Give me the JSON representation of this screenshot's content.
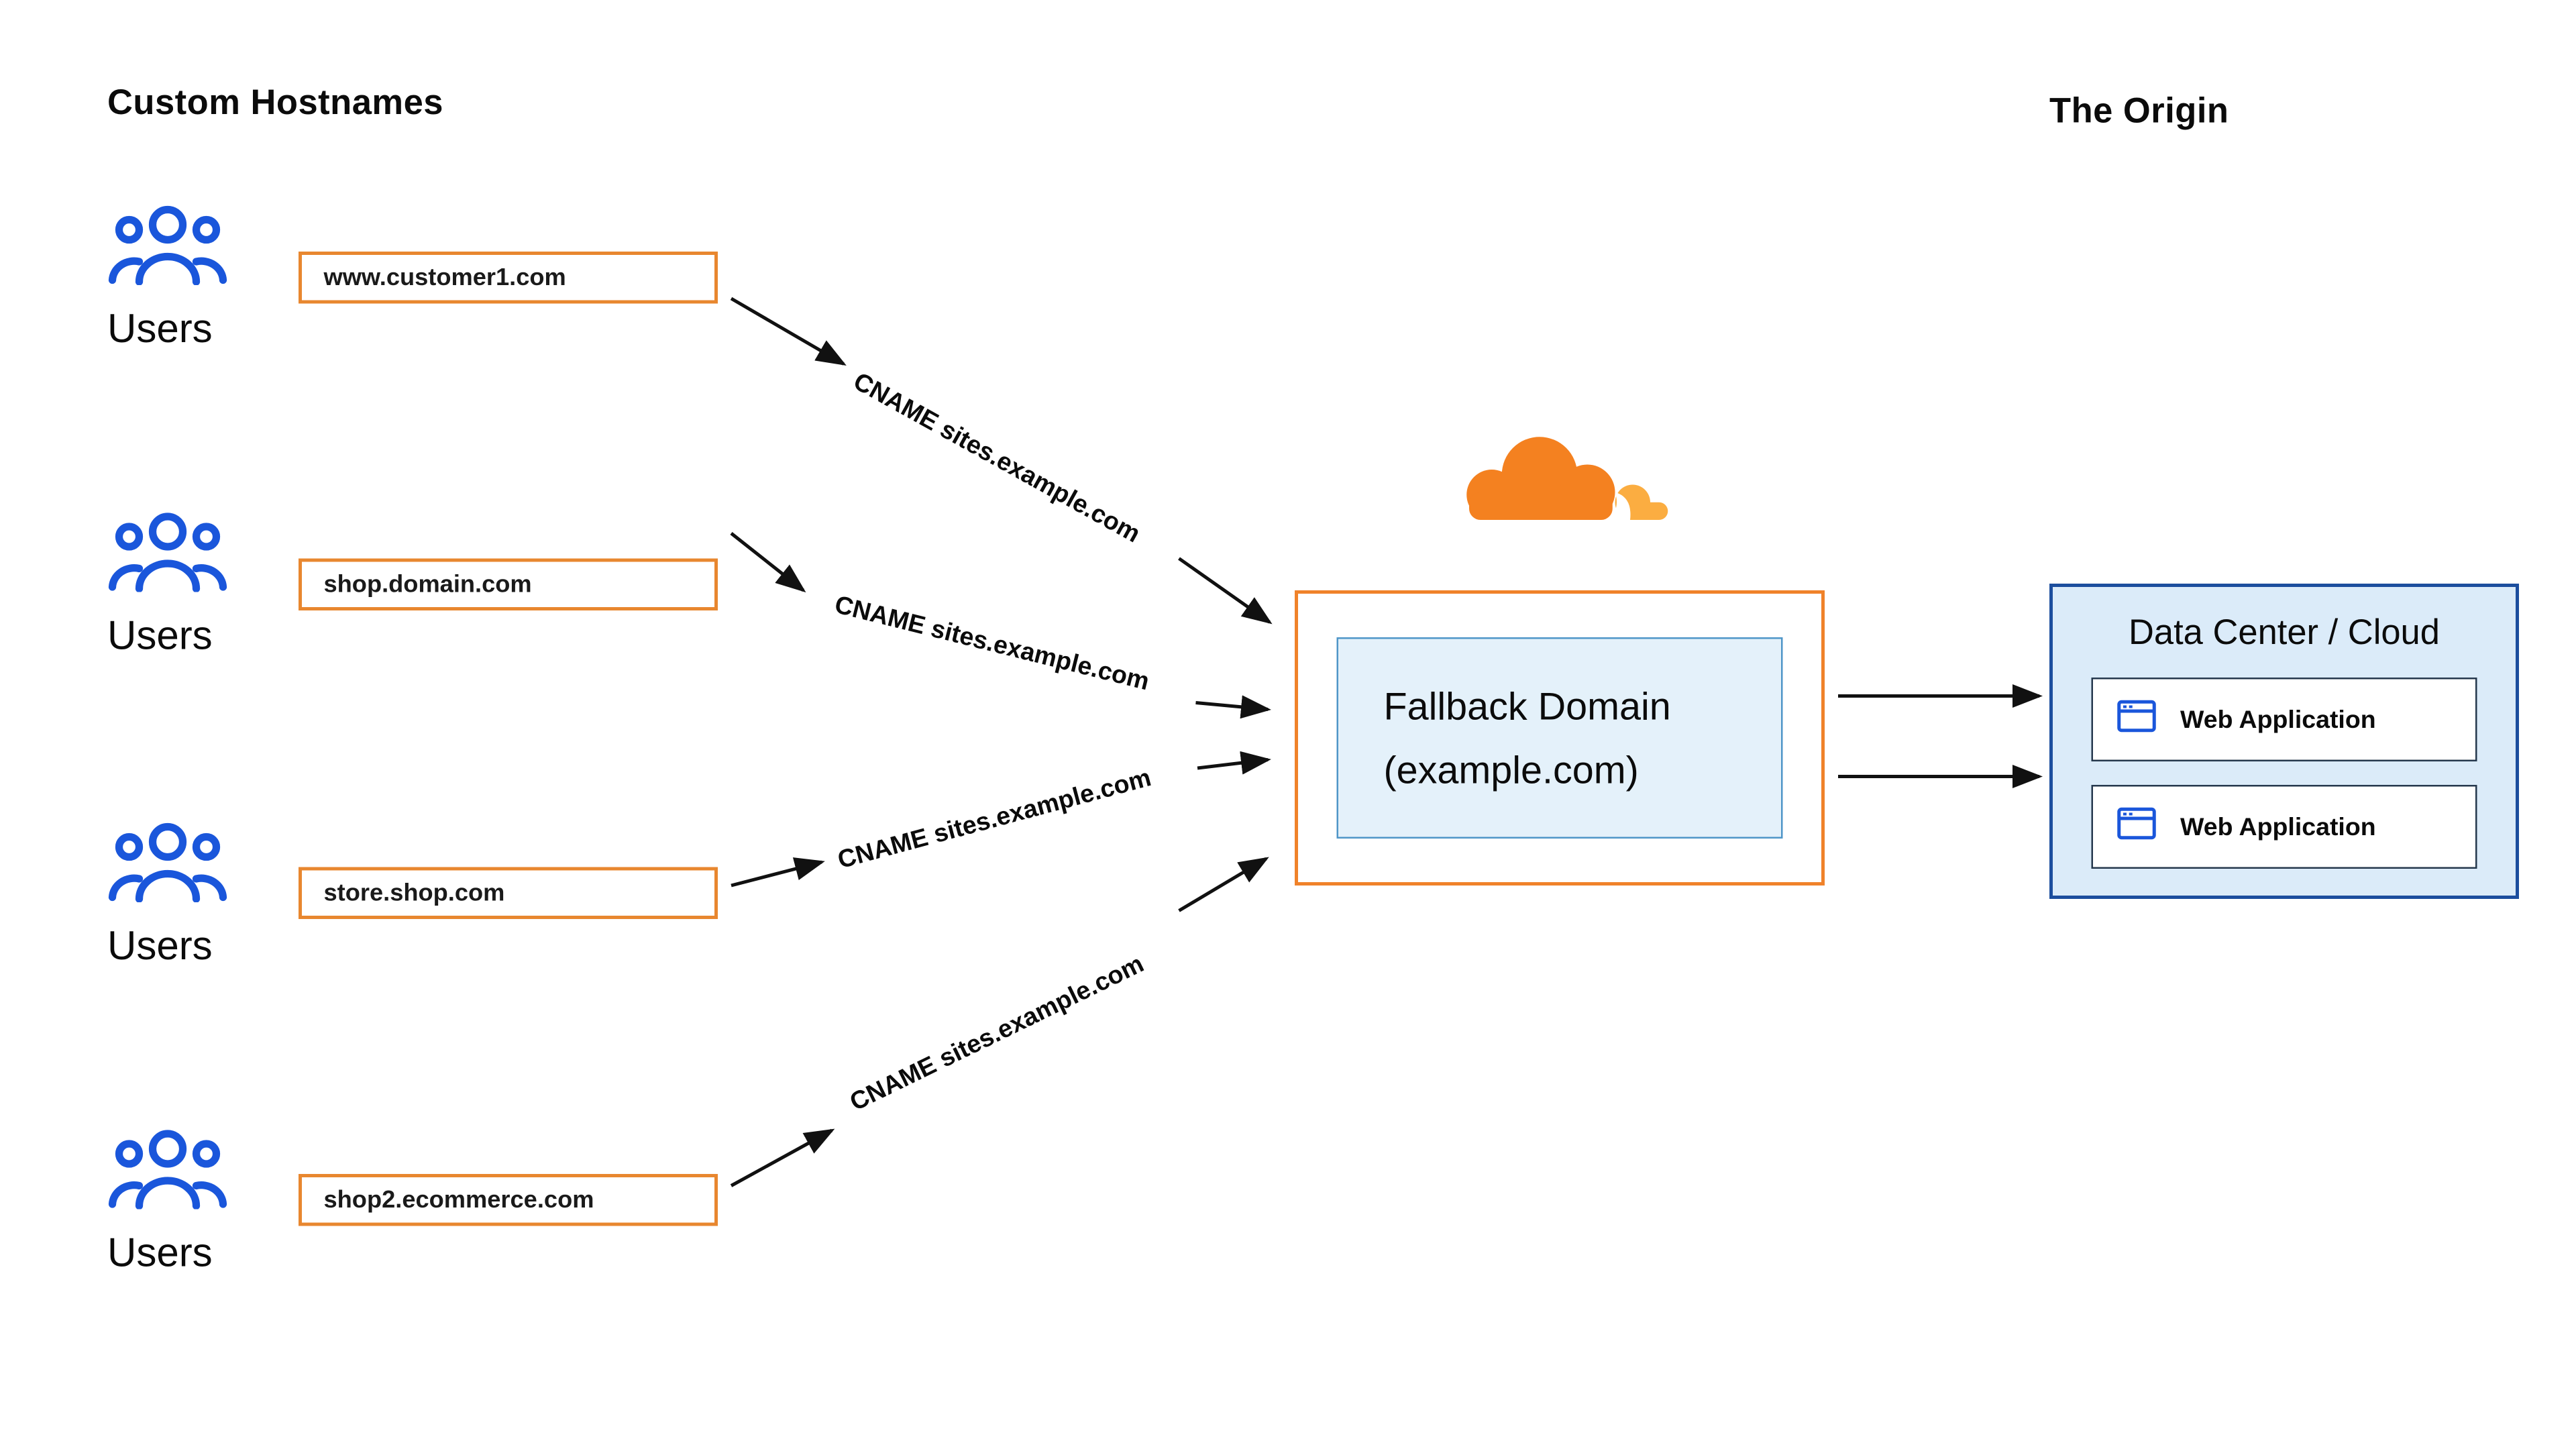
{
  "headings": {
    "left": "Custom Hostnames",
    "right": "The Origin"
  },
  "users_label": "Users",
  "hostnames": [
    {
      "label": "www.customer1.com"
    },
    {
      "label": "shop.domain.com"
    },
    {
      "label": "store.shop.com"
    },
    {
      "label": "shop2.ecommerce.com"
    }
  ],
  "cname_labels": [
    "CNAME sites.example.com",
    "CNAME sites.example.com",
    "CNAME sites.example.com",
    "CNAME sites.example.com"
  ],
  "fallback": {
    "line1": "Fallback Domain",
    "line2": "(example.com)"
  },
  "origin": {
    "title": "Data Center / Cloud",
    "apps": [
      {
        "label": "Web Application"
      },
      {
        "label": "Web Application"
      }
    ]
  },
  "colors": {
    "orange": "#F0822A",
    "cloudflare_orange": "#F48120",
    "cloudflare_light_orange": "#FBAD41",
    "user_blue": "#1A56DB",
    "origin_border_blue": "#1C4E9E",
    "origin_fill_blue": "#DBEBF9",
    "fallback_fill_blue": "#E4F1FA",
    "arrow_black": "#111111"
  }
}
